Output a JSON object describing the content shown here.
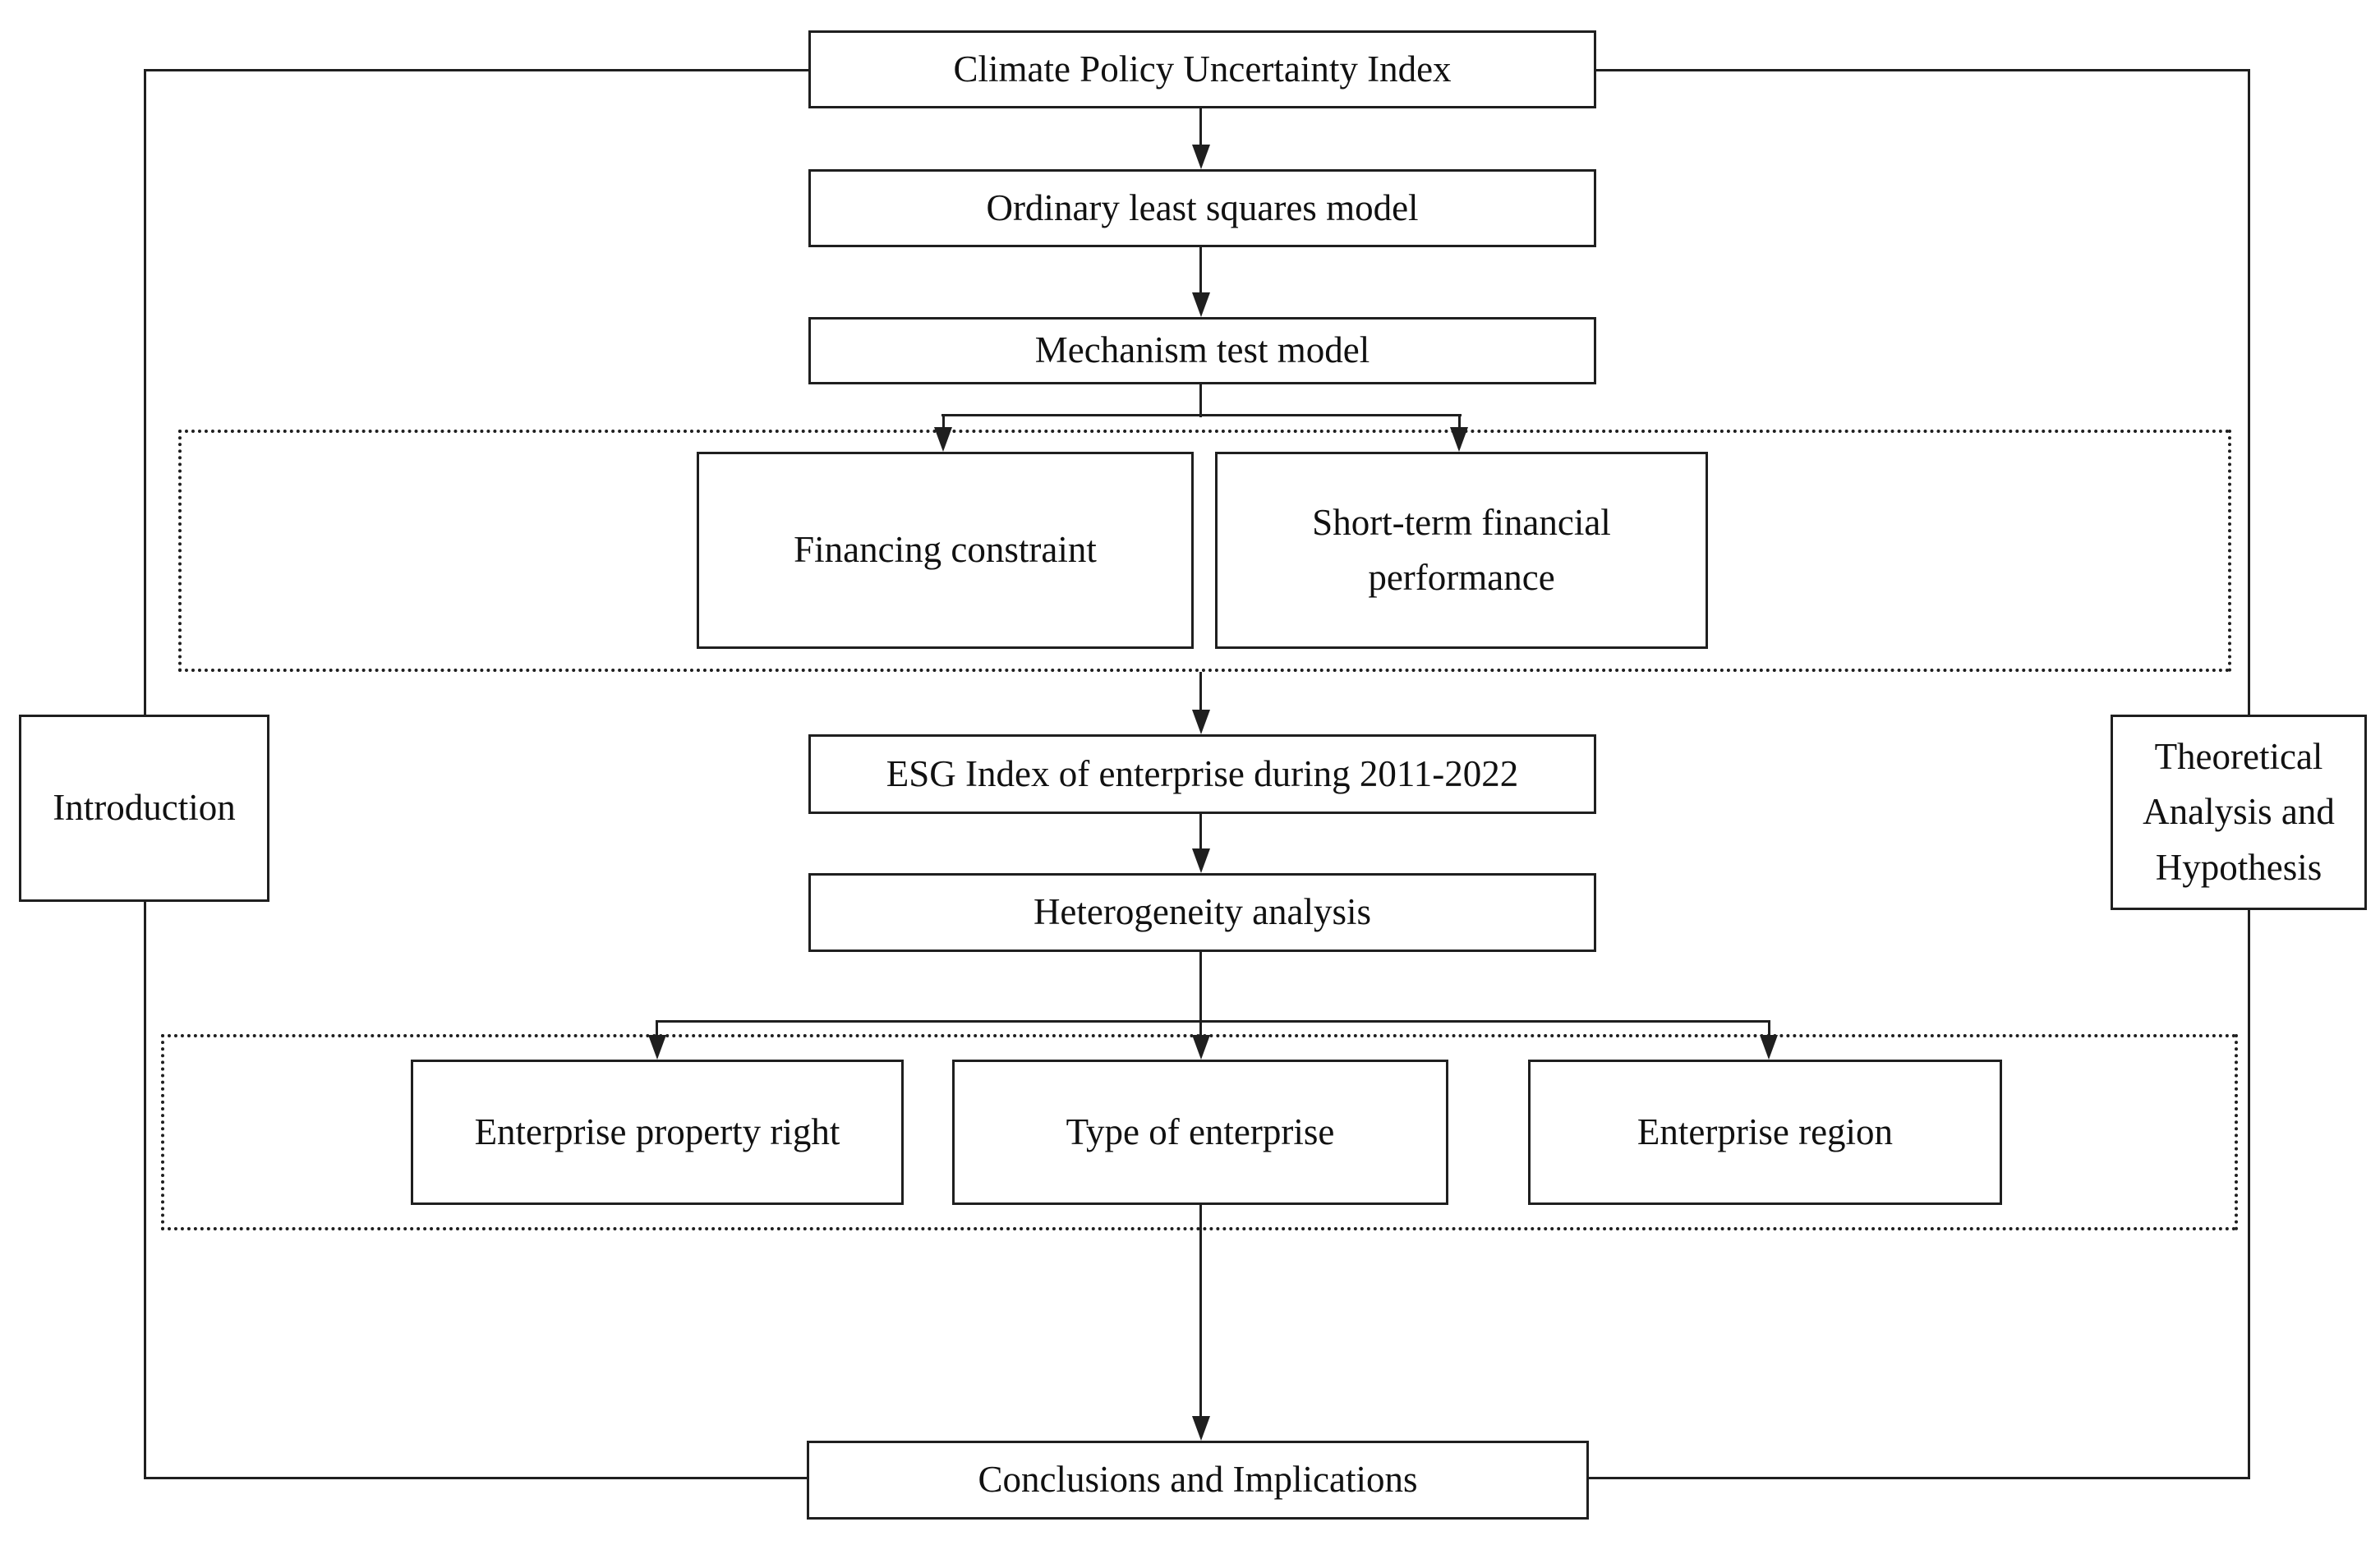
{
  "figure": {
    "type": "flowchart",
    "background_color": "#ffffff",
    "line_color": "#1f1f1f",
    "text_color": "#111111",
    "nodes": {
      "climate": "Climate Policy Uncertainty Index",
      "ols": "Ordinary least squares model",
      "mechanism": "Mechanism test model",
      "financing": "Financing constraint",
      "shortterm": "Short-term financial performance",
      "esg": "ESG Index of enterprise during 2011-2022",
      "heterogeneity": "Heterogeneity analysis",
      "property": "Enterprise property right",
      "type": "Type of enterprise",
      "region": "Enterprise region",
      "introduction": "Introduction",
      "theoretical": "Theoretical Analysis and Hypothesis",
      "conclusions": "Conclusions and Implications"
    }
  }
}
